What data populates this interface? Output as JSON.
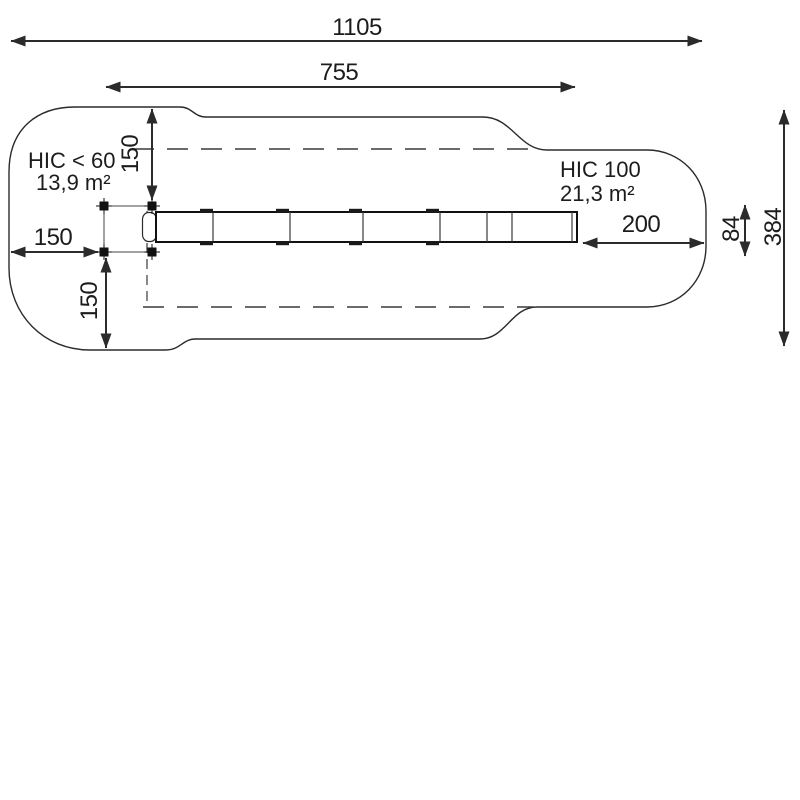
{
  "diagram": {
    "dimensions": {
      "total_length": "1105",
      "equipment_span": "755",
      "top_clearance": "150",
      "left_clearance": "150",
      "bottom_clearance": "150",
      "right_clearance": "200",
      "equipment_width": "84",
      "zone_height": "384"
    },
    "zones": {
      "left": {
        "hic": "HIC < 60",
        "area": "13,9 m²"
      },
      "right": {
        "hic": "HIC 100",
        "area": "21,3 m²"
      }
    },
    "colors": {
      "line": "#2b2b2b",
      "text": "#1c1c1c",
      "background": "#ffffff"
    }
  }
}
